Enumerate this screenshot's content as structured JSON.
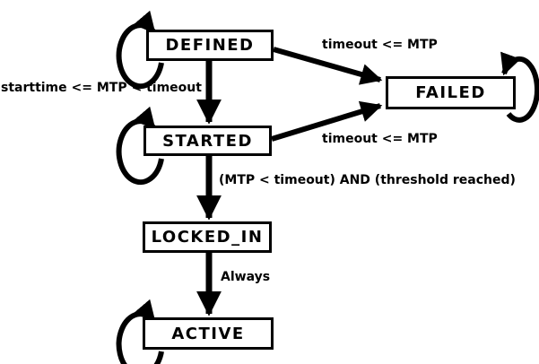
{
  "diagram": {
    "background_color": "#ffffff",
    "line_color": "#000000",
    "state_fill_color": "#ffffff",
    "states": [
      {
        "label": "DEFINED",
        "self_loop": true
      },
      {
        "label": "FAILED",
        "self_loop": true
      },
      {
        "label": "STARTED",
        "self_loop": true
      },
      {
        "label": "LOCKED_IN",
        "self_loop": false
      },
      {
        "label": "ACTIVE",
        "self_loop": true
      }
    ],
    "transitions": [
      {
        "from": "DEFINED",
        "to": "FAILED",
        "label": "timeout <= MTP"
      },
      {
        "from": "DEFINED",
        "to": "STARTED",
        "label": "starttime <= MTP < timeout"
      },
      {
        "from": "STARTED",
        "to": "FAILED",
        "label": "timeout <= MTP"
      },
      {
        "from": "STARTED",
        "to": "LOCKED_IN",
        "label": "(MTP < timeout) AND (threshold reached)"
      },
      {
        "from": "LOCKED_IN",
        "to": "ACTIVE",
        "label": "Always"
      },
      {
        "from": "DEFINED",
        "to": "DEFINED",
        "label": ""
      },
      {
        "from": "STARTED",
        "to": "STARTED",
        "label": ""
      },
      {
        "from": "FAILED",
        "to": "FAILED",
        "label": ""
      },
      {
        "from": "ACTIVE",
        "to": "ACTIVE",
        "label": ""
      }
    ]
  }
}
